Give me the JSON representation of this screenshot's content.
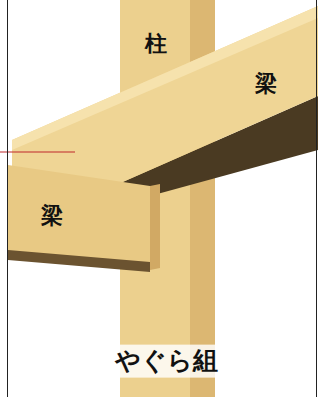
{
  "diagram": {
    "caption": "やぐら組",
    "labels": [
      "柱",
      "梁",
      "梁"
    ]
  }
}
